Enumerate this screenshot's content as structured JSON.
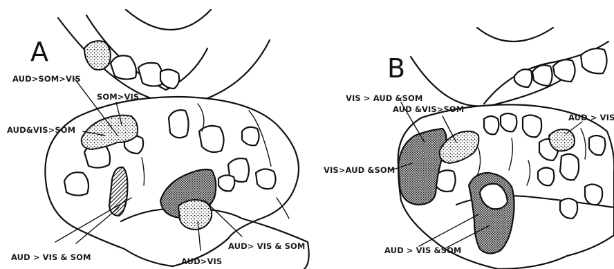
{
  "panels": {
    "a": {
      "letter": "A",
      "labels": {
        "aud_som_vis": "AUD>SOM>VIS",
        "som_vis": "SOM>VIS",
        "aud_vis_som": "AUD&VIS>SOM",
        "aud_vis_and_som": "AUD > VIS & SOM",
        "aud_vis": "AUD>VIS",
        "aud_vis_and_som_right": "AUD> VIS & SOM"
      }
    },
    "b": {
      "letter": "B",
      "labels": {
        "vis_aud_som_top": "VIS > AUD &SOM",
        "aud_vis_som": "AUD &VIS>SOM",
        "aud_vis": "AUD > VIS",
        "vis_aud_som_mid": "VIS>AUD &SOM",
        "aud_vis_som_bottom": "AUD > VIS &SOM"
      }
    }
  }
}
